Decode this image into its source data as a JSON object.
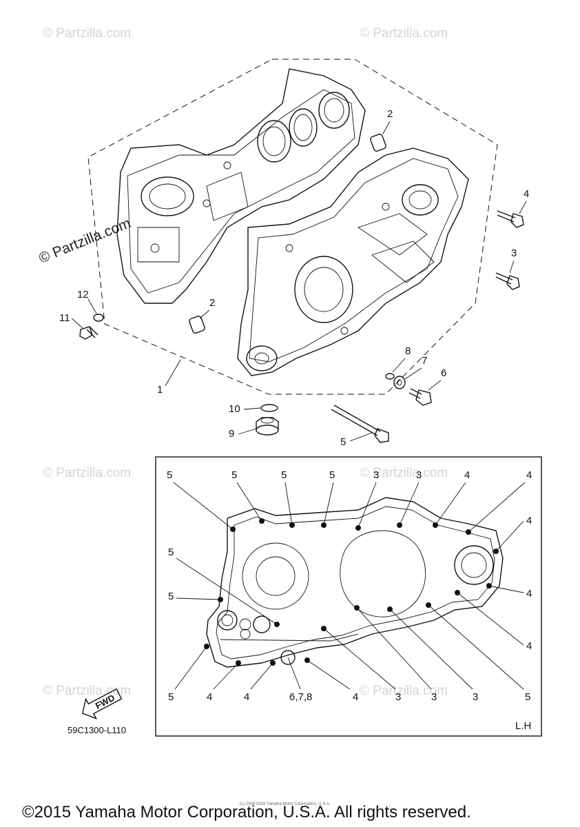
{
  "watermark": "© Partzilla.com",
  "figure_code": "59C1300-L110",
  "side_label": "L.H",
  "fwd_label": "FWD",
  "copyright_small": "(c) 2008-2016 Yamaha Motor Corporation, U.S.A.",
  "footer": "©2015 Yamaha Motor Corporation, U.S.A. All rights reserved.",
  "callouts": {
    "c1": "1",
    "c2a": "2",
    "c2b": "2",
    "c3": "3",
    "c4": "4",
    "c5": "5",
    "c6": "6",
    "c7": "7",
    "c8": "8",
    "c9": "9",
    "c10": "10",
    "c11": "11",
    "c12": "12"
  },
  "detail_labels": {
    "top": [
      "5",
      "5",
      "5",
      "5",
      "3",
      "3",
      "4",
      "4"
    ],
    "left": [
      "5",
      "5"
    ],
    "right": [
      "4",
      "4",
      "4"
    ],
    "bottom": [
      "5",
      "4",
      "4",
      "6,7,8",
      "4",
      "3",
      "3",
      "3",
      "5"
    ]
  },
  "icons": [
    "fwd-arrow-icon",
    "bolt-icon",
    "dowel-pin-icon",
    "washer-icon",
    "o-ring-icon",
    "plug-icon"
  ]
}
